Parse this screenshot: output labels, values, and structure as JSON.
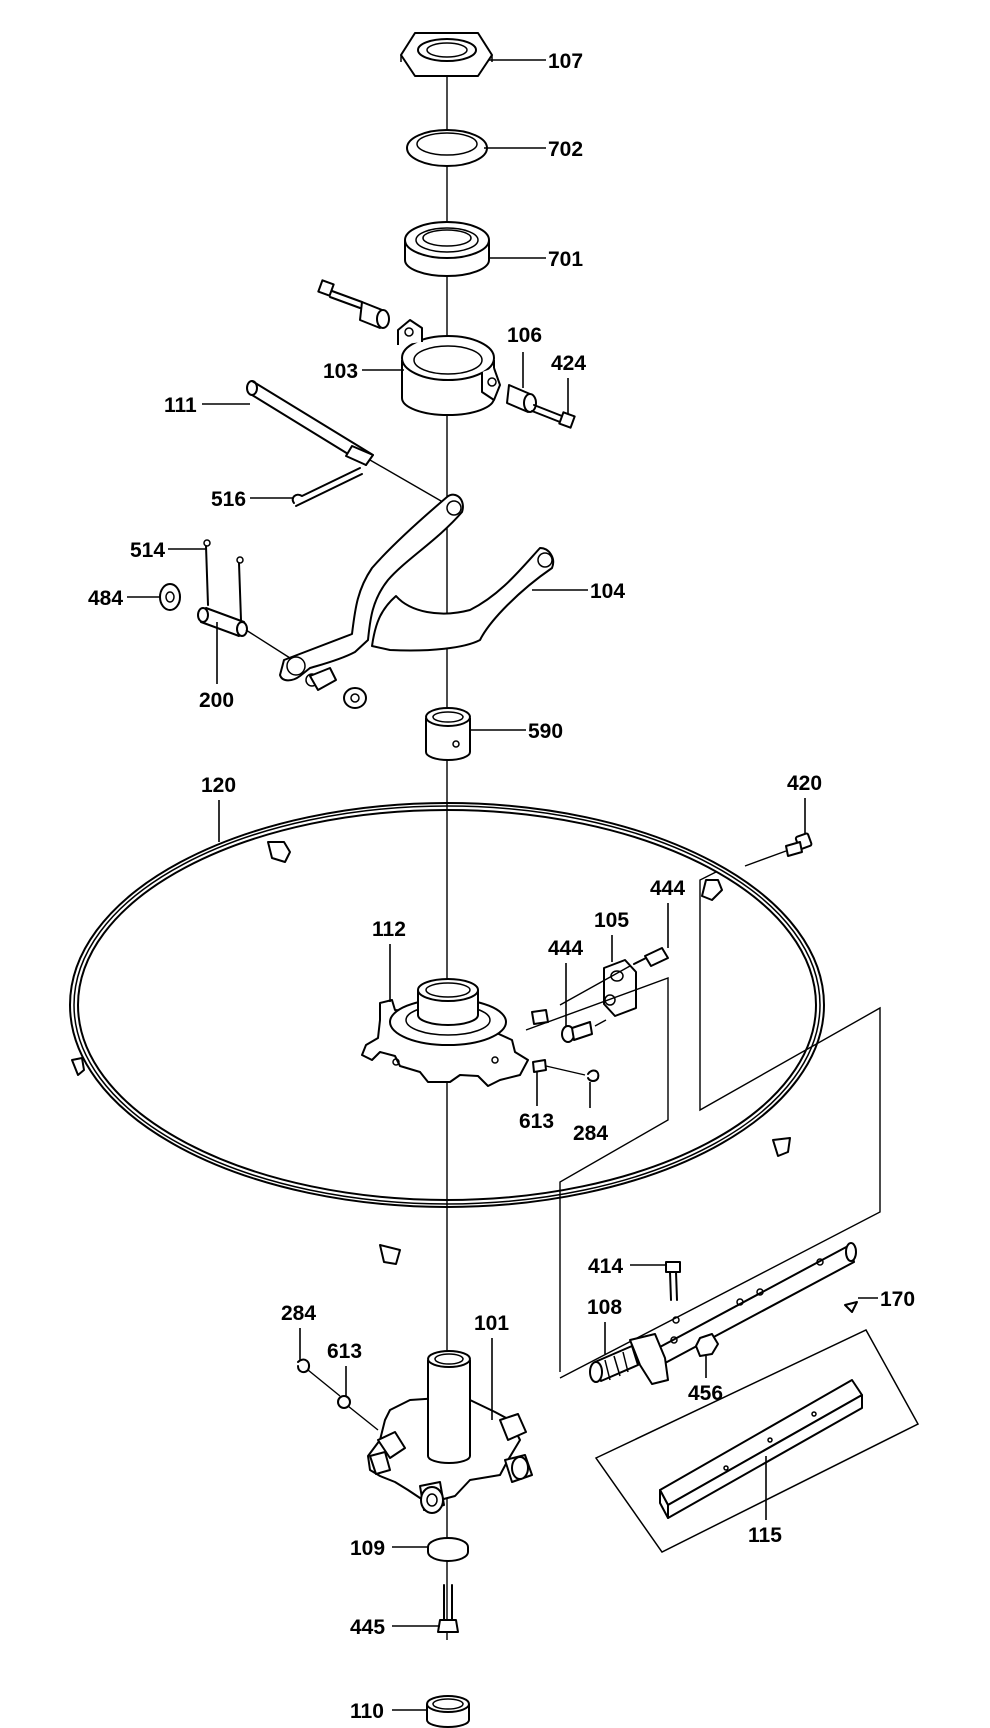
{
  "callouts": [
    {
      "id": "107"
    },
    {
      "id": "702"
    },
    {
      "id": "701"
    },
    {
      "id": "106"
    },
    {
      "id": "424"
    },
    {
      "id": "103"
    },
    {
      "id": "111"
    },
    {
      "id": "516"
    },
    {
      "id": "514"
    },
    {
      "id": "484"
    },
    {
      "id": "104"
    },
    {
      "id": "200"
    },
    {
      "id": "590"
    },
    {
      "id": "120"
    },
    {
      "id": "420"
    },
    {
      "id": "444"
    },
    {
      "id": "105"
    },
    {
      "id": "112"
    },
    {
      "id": "444"
    },
    {
      "id": "613"
    },
    {
      "id": "284"
    },
    {
      "id": "414"
    },
    {
      "id": "170"
    },
    {
      "id": "108"
    },
    {
      "id": "284"
    },
    {
      "id": "101"
    },
    {
      "id": "613"
    },
    {
      "id": "456"
    },
    {
      "id": "115"
    },
    {
      "id": "109"
    },
    {
      "id": "445"
    },
    {
      "id": "110"
    }
  ]
}
